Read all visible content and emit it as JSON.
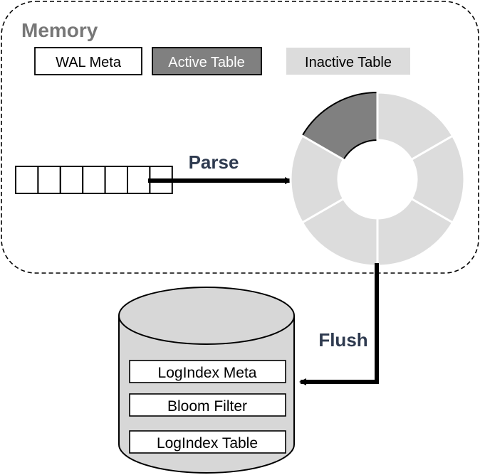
{
  "memory": {
    "title": "Memory"
  },
  "legend": {
    "wal_meta": "WAL Meta",
    "active_table": "Active Table",
    "inactive_table": "Inactive Table"
  },
  "labels": {
    "parse": "Parse",
    "flush": "Flush"
  },
  "wal_buffer": {
    "cell_count": 7
  },
  "ring": {
    "segment_count": 6,
    "active_segment_index": 0
  },
  "disk": {
    "items": [
      "LogIndex Meta",
      "Bloom Filter",
      "LogIndex Table"
    ]
  },
  "colors": {
    "active_fill": "#808080",
    "inactive_fill": "#dcdcdc",
    "memory_title": "#777777",
    "arrow_label": "#2e3a4f",
    "cylinder_fill": "#d7d7d7"
  }
}
